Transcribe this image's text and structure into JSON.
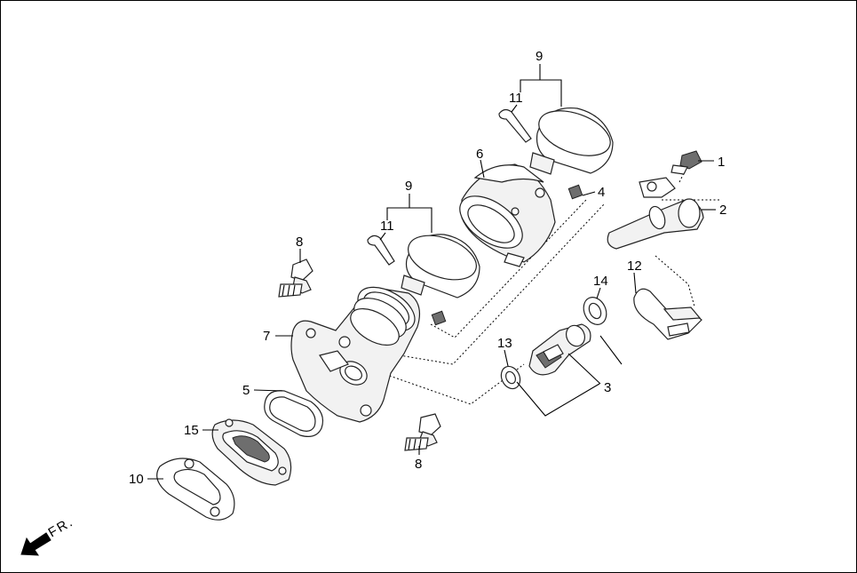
{
  "callouts": {
    "c1": "1",
    "c2": "2",
    "c3": "3",
    "c4": "4",
    "c5": "5",
    "c6": "6",
    "c7": "7",
    "c8a": "8",
    "c8b": "8",
    "c9a": "9",
    "c9b": "9",
    "c10": "10",
    "c11a": "11",
    "c11b": "11",
    "c12": "12",
    "c13": "13",
    "c14": "14",
    "c15": "15"
  },
  "front_indicator": "FR."
}
